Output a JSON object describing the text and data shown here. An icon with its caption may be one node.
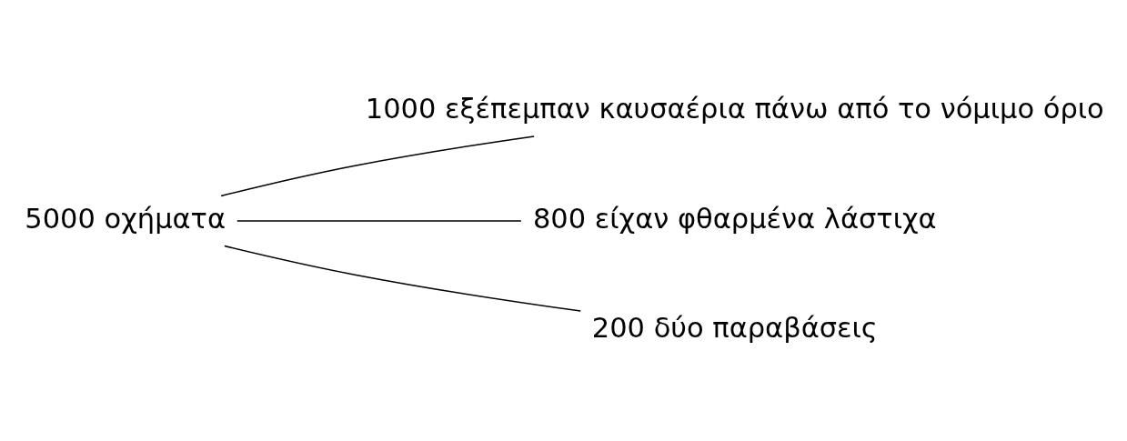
{
  "diagram": {
    "nodes": [
      {
        "text": [
          "5000 οχήματα"
        ]
      },
      {
        "text": [
          "1000 εξέπεμπαν καυσαέρια πάνω από το νόμιμο όριο"
        ]
      },
      {
        "text": [
          "800 είχαν φθαρμένα λάστιχα"
        ]
      },
      {
        "text": [
          "200 δύο παραβάσεις"
        ]
      }
    ],
    "edges": [
      {
        "from": 0,
        "to": 1,
        "arrow": "none"
      },
      {
        "from": 0,
        "to": 2,
        "arrow": "none"
      },
      {
        "from": 0,
        "to": 3,
        "arrow": "none"
      }
    ]
  }
}
